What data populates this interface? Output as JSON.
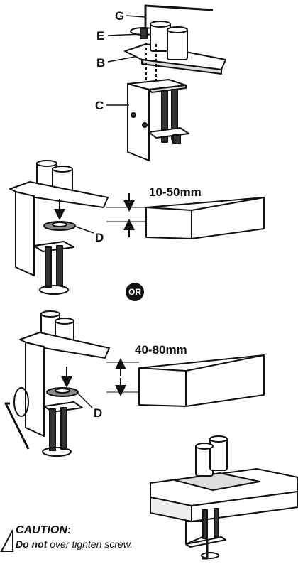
{
  "labels": {
    "g": "G",
    "e": "E",
    "b": "B",
    "c": "C",
    "d1": "D",
    "d2": "D"
  },
  "dimensions": {
    "range_small": "10-50mm",
    "range_large": "40-80mm"
  },
  "or_text": "OR",
  "caution": {
    "title": "CAUTION:",
    "emphasis": "Do not",
    "rest": " over tighten screw."
  },
  "icons": {
    "rotate": "rotate-arrow-icon",
    "warning": "warning-triangle-icon",
    "hex_key": "hex-key-icon"
  }
}
